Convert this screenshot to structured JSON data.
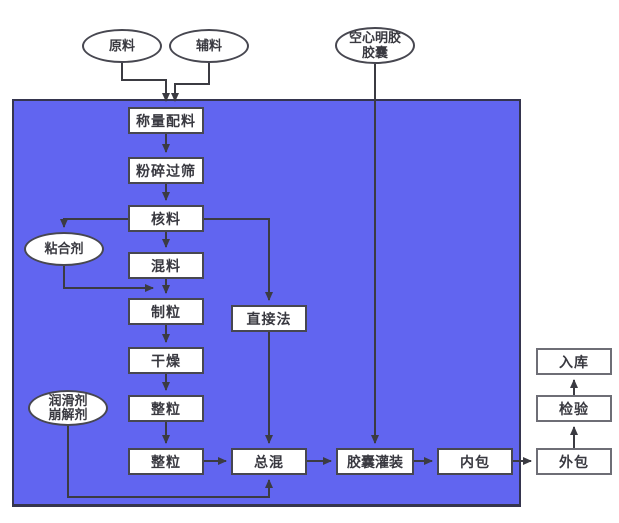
{
  "diagram": {
    "type": "flowchart",
    "colors": {
      "canvas_background": "#FFFFFF",
      "area_fill": "#6165F0",
      "area_border": "#35354E",
      "node_fill": "#FFFFFF",
      "node_border": "#474750",
      "outside_node_border": "#6E6E76",
      "connector": "#3B3B42",
      "text": "#393940"
    },
    "nodes": {
      "raw_material": {
        "label": "原料"
      },
      "excipients": {
        "label": "辅料"
      },
      "empty_gelatin_capsule": {
        "label": "空心明胶",
        "label2": "胶囊"
      },
      "weighing_batching": {
        "label": "称量配料"
      },
      "crushing_sieving": {
        "label": "粉碎过筛"
      },
      "material_check": {
        "label": "核料"
      },
      "mixing": {
        "label": "混料"
      },
      "binder": {
        "label": "粘合剂"
      },
      "granulation": {
        "label": "制粒"
      },
      "direct_method": {
        "label": "直接法"
      },
      "drying": {
        "label": "干燥"
      },
      "sizing_1": {
        "label": "整粒"
      },
      "lubricant_disintegrant": {
        "label": "润滑剂",
        "label2": "崩解剂"
      },
      "sizing_2": {
        "label": "整粒"
      },
      "final_blending": {
        "label": "总混"
      },
      "capsule_filling": {
        "label": "胶囊灌装"
      },
      "inner_packaging": {
        "label": "内包"
      },
      "outer_packaging": {
        "label": "外包"
      },
      "inspection": {
        "label": "检验"
      },
      "warehousing": {
        "label": "入库"
      }
    },
    "edges": [
      {
        "from": "原料",
        "to": "称量配料"
      },
      {
        "from": "辅料",
        "to": "称量配料"
      },
      {
        "from": "称量配料",
        "to": "粉碎过筛"
      },
      {
        "from": "粉碎过筛",
        "to": "核料"
      },
      {
        "from": "核料",
        "to": "混料"
      },
      {
        "from": "核料",
        "to": "粘合剂"
      },
      {
        "from": "核料",
        "to": "直接法"
      },
      {
        "from": "粘合剂",
        "to": "混料-制粒连线"
      },
      {
        "from": "混料",
        "to": "制粒"
      },
      {
        "from": "制粒",
        "to": "干燥"
      },
      {
        "from": "干燥",
        "to": "整粒"
      },
      {
        "from": "整粒",
        "to": "整粒"
      },
      {
        "from": "直接法",
        "to": "总混"
      },
      {
        "from": "整粒",
        "to": "总混"
      },
      {
        "from": "润滑剂崩解剂",
        "to": "总混"
      },
      {
        "from": "空心明胶胶囊",
        "to": "胶囊灌装"
      },
      {
        "from": "总混",
        "to": "胶囊灌装"
      },
      {
        "from": "胶囊灌装",
        "to": "内包"
      },
      {
        "from": "内包",
        "to": "外包"
      },
      {
        "from": "外包",
        "to": "检验"
      },
      {
        "from": "检验",
        "to": "入库"
      }
    ]
  }
}
